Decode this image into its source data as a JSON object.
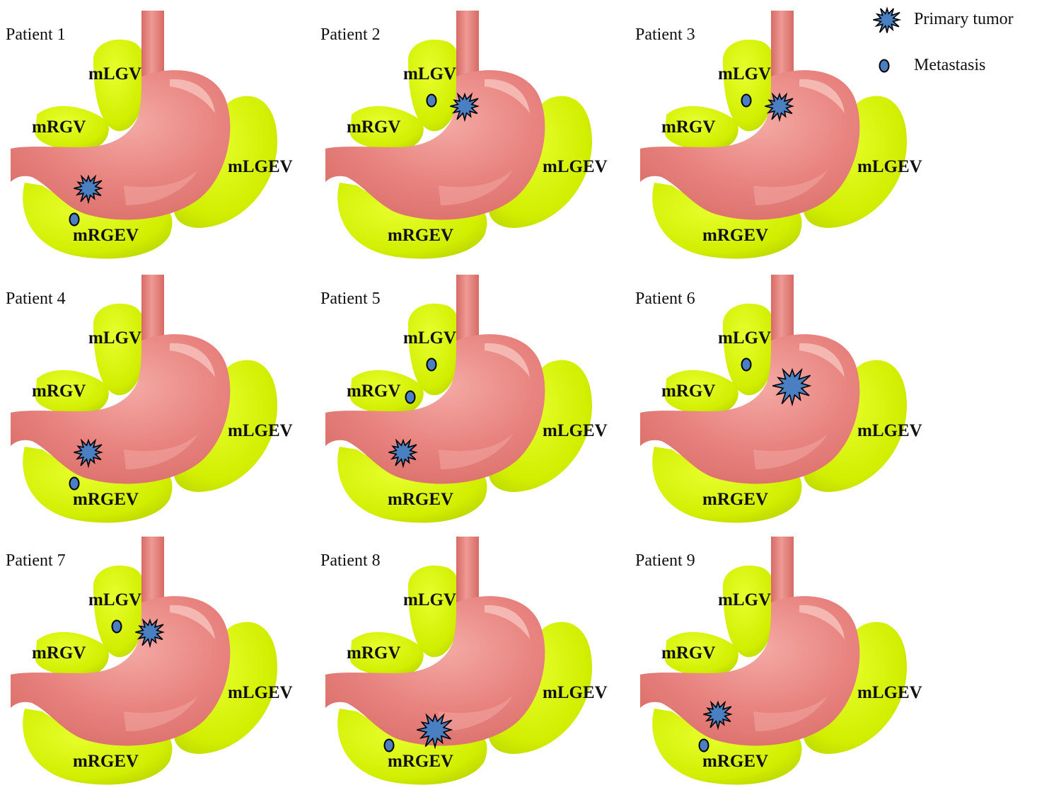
{
  "legend": {
    "primary_label": "Primary tumor",
    "metastasis_label": "Metastasis"
  },
  "region_labels": {
    "mLGV": "mLGV",
    "mRGV": "mRGV",
    "mLGEV": "mLGEV",
    "mRGEV": "mRGEV"
  },
  "colors": {
    "stomach": "#e8837f",
    "stomach_highlight": "#f6b9b4",
    "nodes": "#d7f200",
    "nodes_shade": "#b9d400",
    "marker": "#4a7fc1",
    "outline": "#000000"
  },
  "patients": [
    {
      "title": "Patient 1",
      "tumor_site": "lower stomach, lesser-curvature side",
      "metastasis_regions": [
        "mRGEV"
      ]
    },
    {
      "title": "Patient 2",
      "tumor_site": "upper stomach near the esophagus",
      "metastasis_regions": [
        "mLGV"
      ]
    },
    {
      "title": "Patient 3",
      "tumor_site": "upper stomach near the esophagus",
      "metastasis_regions": [
        "mLGV"
      ]
    },
    {
      "title": "Patient 4",
      "tumor_site": "lower stomach, lesser-curvature side",
      "metastasis_regions": [
        "mRGEV"
      ]
    },
    {
      "title": "Patient 5",
      "tumor_site": "lower stomach, lesser-curvature side",
      "metastasis_regions": [
        "mLGV",
        "mRGV"
      ]
    },
    {
      "title": "Patient 6",
      "tumor_site": "upper stomach body",
      "metastasis_regions": [
        "mLGV"
      ]
    },
    {
      "title": "Patient 7",
      "tumor_site": "upper stomach near the esophagus",
      "metastasis_regions": [
        "mLGV"
      ]
    },
    {
      "title": "Patient 8",
      "tumor_site": "lower stomach body",
      "metastasis_regions": [
        "mRGEV"
      ]
    },
    {
      "title": "Patient 9",
      "tumor_site": "lower stomach, lesser-curvature side",
      "metastasis_regions": [
        "mRGEV"
      ]
    }
  ]
}
